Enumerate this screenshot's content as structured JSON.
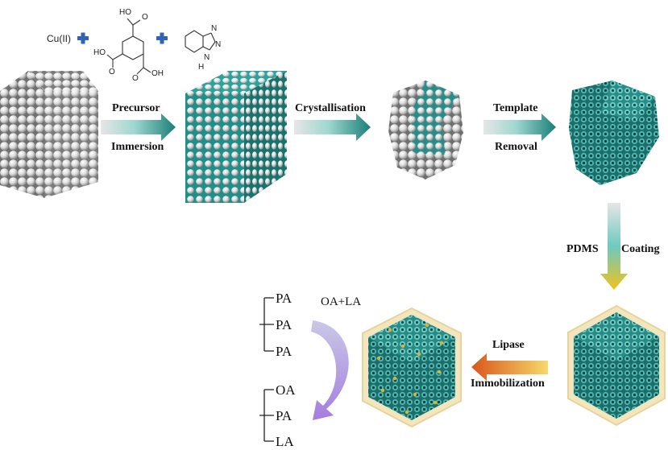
{
  "precursors": {
    "metal": "Cu(II)",
    "btc_groups": [
      "HO",
      "O",
      "HO",
      "O",
      "OH",
      "O"
    ],
    "triazole_h": "H",
    "triazole_n": [
      "N",
      "N",
      "N"
    ]
  },
  "steps": {
    "step1_top": "Precursor",
    "step1_bottom": "Immersion",
    "step2": "Crystallisation",
    "step3_top": "Template",
    "step3_bottom": "Removal",
    "step4_left": "PDMS",
    "step4_right": "Coating",
    "step5_top": "Lipase",
    "step5_bottom": "Immobilization"
  },
  "reaction": {
    "reactant": "OA+LA",
    "before": [
      "PA",
      "PA",
      "PA"
    ],
    "after": [
      "OA",
      "PA",
      "LA"
    ]
  },
  "colors": {
    "sphere": "#dcdcdc",
    "teal": "#1f8f8a",
    "hex_bg": "#f3e6bf",
    "arrow_teal": "#1a7f78",
    "arrow_orange": "#e56b1a",
    "arrow_yellow": "#f1c21b",
    "arrow_purple": "#a57ce0"
  }
}
